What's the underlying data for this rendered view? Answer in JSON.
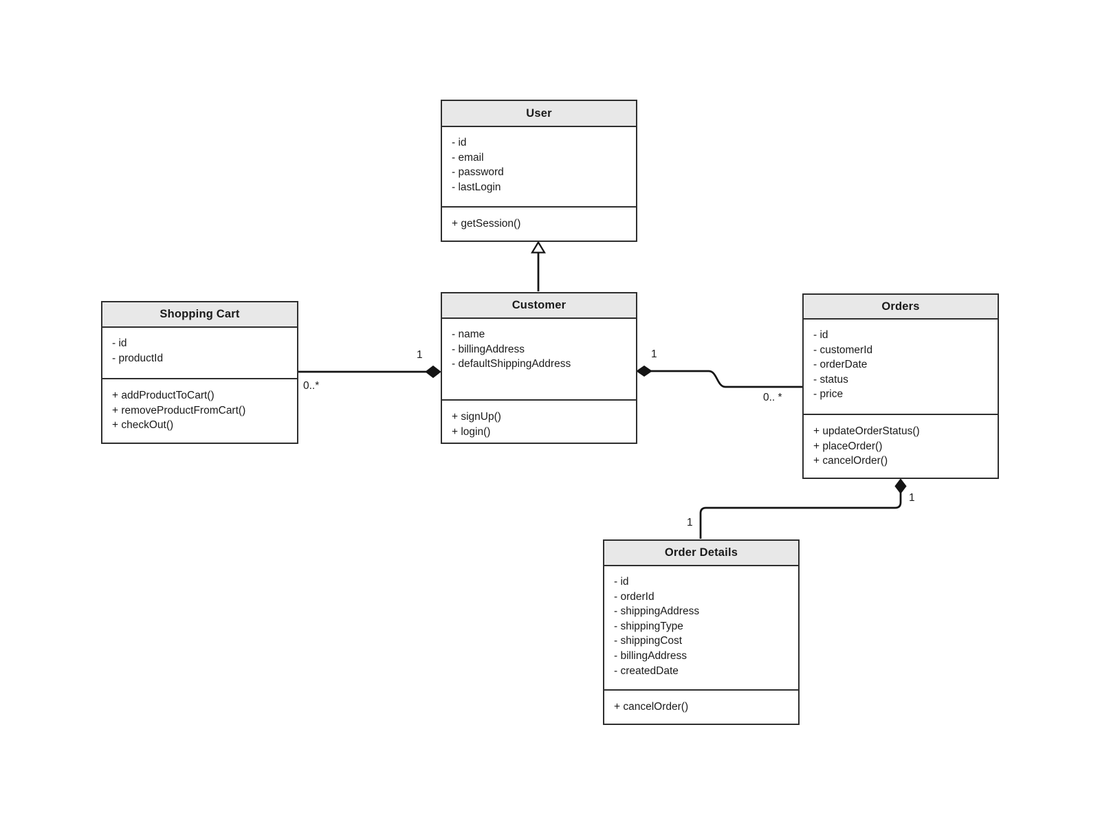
{
  "diagram": {
    "kind": "uml-class-diagram",
    "colors": {
      "background": "#ffffff",
      "header_fill": "#e8e8e8",
      "box_border": "#2e2e2e",
      "connector_line": "#141414",
      "text": "#1a1a1a"
    }
  },
  "classes": {
    "user": {
      "title": "User",
      "attributes": [
        "- id",
        "- email",
        "- password",
        "- lastLogin"
      ],
      "methods": [
        "+ getSession()"
      ]
    },
    "customer": {
      "title": "Customer",
      "attributes": [
        "- name",
        "- billingAddress",
        "- defaultShippingAddress"
      ],
      "methods": [
        "+ signUp()",
        "+ login()"
      ]
    },
    "shopping_cart": {
      "title": "Shopping Cart",
      "attributes": [
        "- id",
        "- productId"
      ],
      "methods": [
        "+ addProductToCart()",
        "+ removeProductFromCart()",
        "+ checkOut()"
      ]
    },
    "orders": {
      "title": "Orders",
      "attributes": [
        "- id",
        "- customerId",
        "- orderDate",
        "- status",
        "- price"
      ],
      "methods": [
        "+ updateOrderStatus()",
        "+ placeOrder()",
        "+ cancelOrder()"
      ]
    },
    "order_details": {
      "title": "Order Details",
      "attributes": [
        "- id",
        "- orderId",
        "- shippingAddress",
        "- shippingType",
        "- shippingCost",
        "- billingAddress",
        "- createdDate"
      ],
      "methods": [
        "+ cancelOrder()"
      ]
    }
  },
  "relationships": {
    "customer_inherits_user": {
      "type": "generalization",
      "from": "Customer",
      "to": "User"
    },
    "cart_customer": {
      "type": "composition",
      "from": "Shopping Cart",
      "to": "Customer",
      "labels": {
        "cart_side": "0..*",
        "customer_side": "1"
      }
    },
    "customer_orders": {
      "type": "composition",
      "from": "Orders",
      "to": "Customer",
      "labels": {
        "customer_side": "1",
        "orders_side": "0.. *"
      }
    },
    "orders_order_details": {
      "type": "composition",
      "from": "Order Details",
      "to": "Orders",
      "labels": {
        "orders_side": "1",
        "details_side": "1"
      }
    }
  }
}
